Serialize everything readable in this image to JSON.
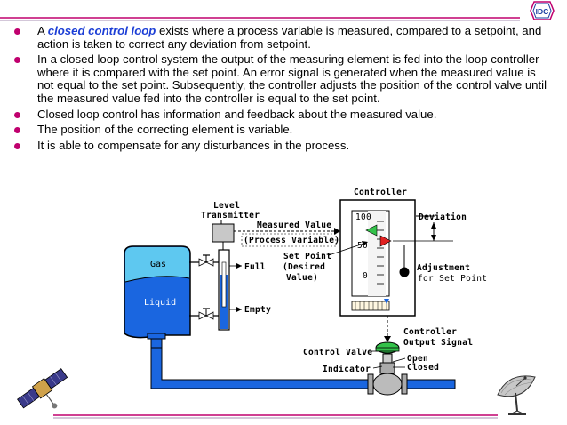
{
  "logo": {
    "text": "IDC"
  },
  "bullets": [
    {
      "prefix": "A ",
      "keyword": "closed control loop",
      "suffix": " exists where a process variable is measured, compared to a setpoint, and action is taken to correct any deviation from setpoint."
    },
    {
      "text": "In a closed loop control system the output of the measuring element is fed into the loop controller where it is compared with the set point. An error signal is generated when the measured value is not equal to the set point.   Subsequently, the controller adjusts the position of the control valve  until the measured value fed into the controller is equal to the set point."
    },
    {
      "text": "Closed loop control has information and feedback about the measured value."
    },
    {
      "text": "The position of the correcting element is variable."
    },
    {
      "text": "It is able to compensate for any disturbances in the process."
    }
  ],
  "diagram": {
    "controller_title": "Controller",
    "level_transmitter": [
      "Level",
      "Transmitter"
    ],
    "measured_value": "Measured Value",
    "process_variable": "(Process Variable)",
    "set_point": [
      "Set Point",
      "(Desired",
      "Value)"
    ],
    "scale": {
      "top": "100",
      "mid": "50",
      "bottom": "0"
    },
    "deviation": "Deviation",
    "adjustment": [
      "Adjustment",
      "for Set Point"
    ],
    "full": "Full",
    "empty": "Empty",
    "gas": "Gas",
    "liquid": "Liquid",
    "controller_output": [
      "Controller",
      "Output Signal"
    ],
    "control_valve": "Control Valve",
    "indicator": "Indicator",
    "open": "Open",
    "closed": "Closed"
  },
  "colors": {
    "accent_magenta": "#c0006e",
    "keyword_blue": "#1d3fd6",
    "tank_blue": "#1a66e0",
    "gas_cyan": "#5ec8f0",
    "valve_green": "#33c24a",
    "pointer_red": "#e02020"
  }
}
